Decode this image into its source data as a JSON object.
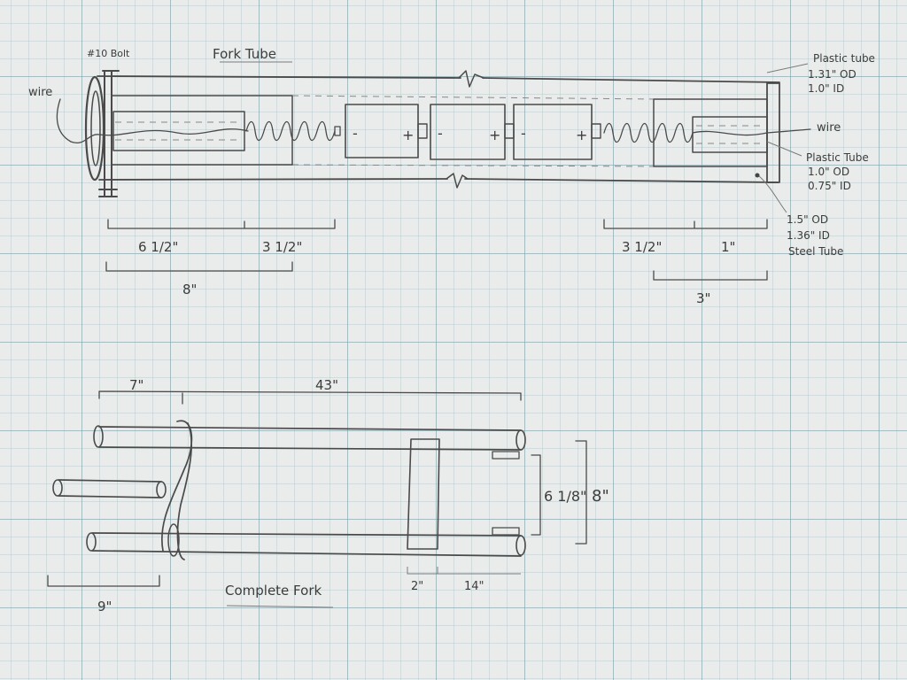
{
  "labels": {
    "fork_tube_title": "Fork Tube",
    "bolt": "#10 Bolt",
    "wire_left": "wire",
    "plastic_tube_outer": "Plastic tube",
    "plastic_tube_outer_od": "1.31\" OD",
    "plastic_tube_outer_id": "1.0\" ID",
    "wire_right": "wire",
    "plastic_tube_inner": "Plastic Tube",
    "plastic_tube_inner_od": "1.0\" OD",
    "plastic_tube_inner_id": "0.75\" ID",
    "steel_tube_od": "1.5\" OD",
    "steel_tube_id": "1.36\" ID",
    "steel_tube": "Steel Tube",
    "battery_neg": "-",
    "battery_pos": "+",
    "complete_fork_title": "Complete Fork"
  },
  "dimensions": {
    "left_section_1": "6 1/2\"",
    "left_section_2": "3 1/2\"",
    "left_total": "8\"",
    "right_section_1": "3 1/2\"",
    "right_section_2": "1\"",
    "right_total": "3\"",
    "fork_top_short": "7\"",
    "fork_top_long": "43\"",
    "fork_inner_width": "6 1/8\"",
    "fork_outer_width": "8\"",
    "fork_bottom_left": "9\"",
    "fork_block_width": "2\"",
    "fork_block_offset": "14\""
  }
}
